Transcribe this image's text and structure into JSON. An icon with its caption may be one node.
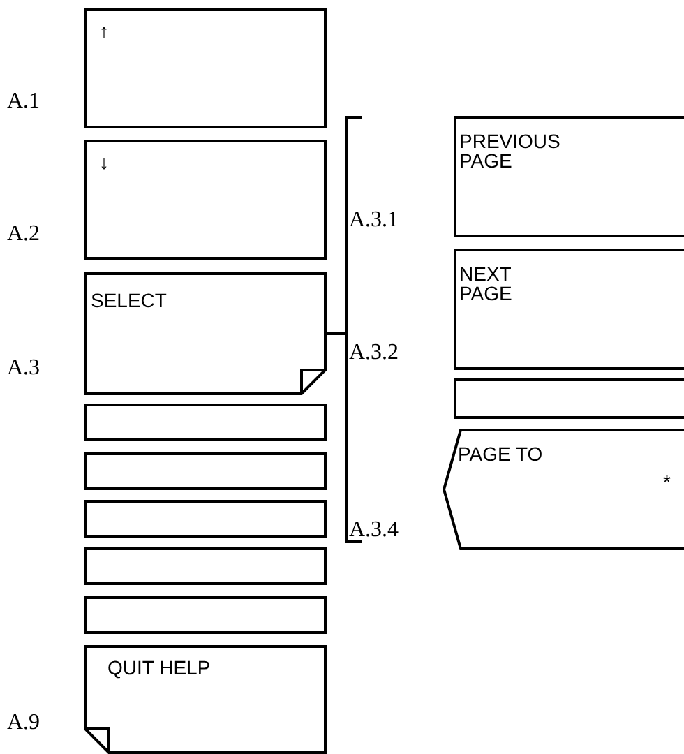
{
  "diagram": {
    "nodes": [
      {
        "text": [
          "↑"
        ],
        "beside": [
          "A.1"
        ]
      },
      {
        "text": [
          "↓"
        ],
        "beside": [
          "A.2"
        ]
      },
      {
        "text": [
          "SELECT"
        ],
        "beside": [
          "A.3"
        ]
      },
      {
        "text": [],
        "shape": "box"
      },
      {
        "text": [],
        "shape": "box"
      },
      {
        "text": [],
        "shape": "box"
      },
      {
        "text": [],
        "shape": "box"
      },
      {
        "text": [],
        "shape": "box"
      },
      {
        "text": [
          "QUIT HELP"
        ],
        "beside": [
          "A.9"
        ]
      },
      {
        "text": [],
        "shape": "bracket"
      },
      {
        "text": [
          "PREVIOUS PAGE"
        ]
      },
      {
        "text": [
          "NEXT PAGE"
        ]
      },
      {
        "text": [],
        "shape": "box"
      },
      {
        "text": [
          "PAGE TO",
          "*"
        ]
      }
    ],
    "edges": [
      {
        "from": 2,
        "to": 9,
        "arrow": "none"
      }
    ],
    "labels": [
      "A.3.1",
      "A.3.2",
      "A.3.4"
    ]
  }
}
